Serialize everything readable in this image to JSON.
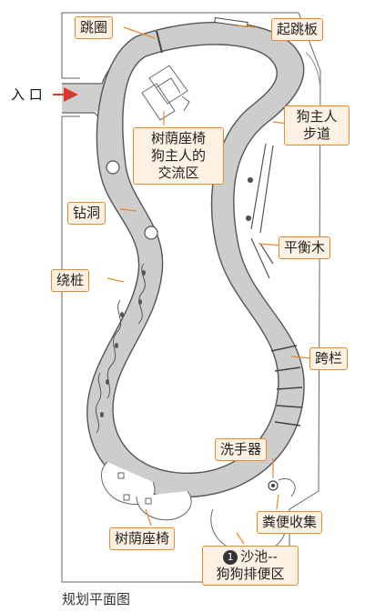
{
  "entrance": {
    "label": "入 口"
  },
  "callouts": {
    "jump_ring": "跳圈",
    "springboard": "起跳板",
    "owner_path_1": "狗主人",
    "owner_path_2": "步道",
    "shade_seat_1_l1": "树荫座椅",
    "shade_seat_1_l2": "狗主人的",
    "shade_seat_1_l3": "交流区",
    "tunnel": "钻洞",
    "balance_beam": "平衡木",
    "weave_poles": "绕桩",
    "hurdles": "跨栏",
    "hand_wash": "洗手器",
    "waste_collect": "粪便收集",
    "shade_seat_2": "树荫座椅",
    "sandpit_num": "1",
    "sandpit_l1": "沙池--",
    "sandpit_l2": "狗狗排便区"
  },
  "caption": "规划平面图",
  "colors": {
    "accent_orange": "#e8892a",
    "callout_fill": "#fdf1e4",
    "track_gray": "#c9c9c9",
    "line_dark": "#555555",
    "arrow_red": "#d43a2f"
  }
}
